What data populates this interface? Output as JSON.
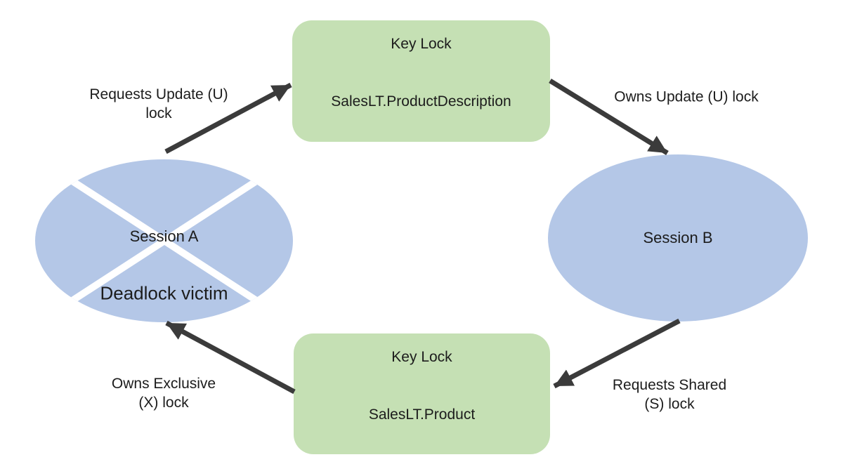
{
  "colors": {
    "node_green": "#c5e0b4",
    "node_blue": "#b4c7e7",
    "arrow": "#3b3b3b",
    "cross_line": "#ffffff",
    "text": "#1c1c1c"
  },
  "nodes": {
    "lock_top": {
      "title": "Key Lock",
      "subtitle": "SalesLT.ProductDescription"
    },
    "lock_bottom": {
      "title": "Key Lock",
      "subtitle": "SalesLT.Product"
    },
    "session_a": {
      "label": "Session A",
      "status": "Deadlock victim"
    },
    "session_b": {
      "label": "Session B"
    }
  },
  "edges": {
    "requests_update": {
      "line1": "Requests Update (U)",
      "line2": "lock"
    },
    "owns_update": {
      "line1": "Owns Update (U) lock"
    },
    "requests_shared": {
      "line1": "Requests Shared",
      "line2": "(S) lock"
    },
    "owns_exclusive": {
      "line1": "Owns Exclusive",
      "line2": "(X) lock"
    }
  }
}
